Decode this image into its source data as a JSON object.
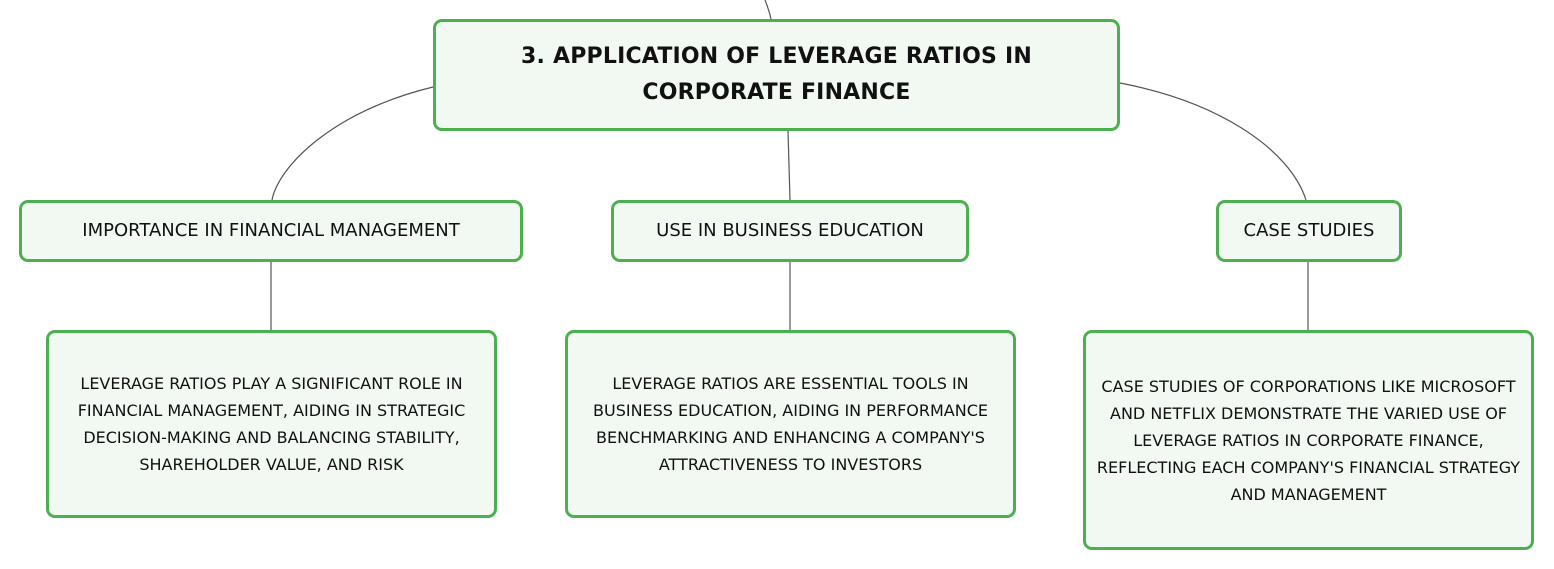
{
  "root": {
    "label": "3. APPLICATION OF LEVERAGE RATIOS IN CORPORATE FINANCE"
  },
  "branches": [
    {
      "label": "IMPORTANCE IN FINANCIAL MANAGEMENT",
      "detail": "LEVERAGE RATIOS PLAY A SIGNIFICANT ROLE IN FINANCIAL MANAGEMENT, AIDING IN STRATEGIC DECISION-MAKING AND BALANCING STABILITY, SHAREHOLDER VALUE, AND RISK"
    },
    {
      "label": "USE IN BUSINESS EDUCATION",
      "detail": "LEVERAGE RATIOS ARE ESSENTIAL TOOLS IN BUSINESS EDUCATION, AIDING IN PERFORMANCE BENCHMARKING AND ENHANCING A COMPANY'S ATTRACTIVENESS TO INVESTORS"
    },
    {
      "label": "CASE STUDIES",
      "detail": "CASE STUDIES OF CORPORATIONS LIKE MICROSOFT AND NETFLIX DEMONSTRATE THE VARIED USE OF LEVERAGE RATIOS IN CORPORATE FINANCE, REFLECTING EACH COMPANY'S FINANCIAL STRATEGY AND MANAGEMENT"
    }
  ],
  "colors": {
    "node_border": "#4caf50",
    "node_fill": "#f1f9f2",
    "connector": "#555555",
    "text": "#111111"
  }
}
